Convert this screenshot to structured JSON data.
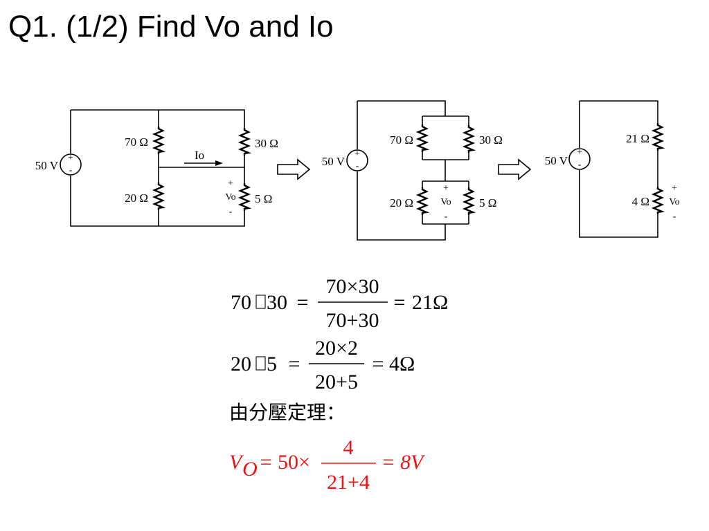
{
  "title": "Q1. (1/2) Find Vo and Io",
  "colors": {
    "answer": "#ee1111",
    "text": "#000000"
  },
  "circuits": {
    "c1": {
      "source": "50 V",
      "r1": "70 Ω",
      "r2": "30 Ω",
      "r3": "20 Ω",
      "r4": "5 Ω",
      "current": "Io",
      "vout": "Vo"
    },
    "c2": {
      "source": "50 V",
      "r1": "70 Ω",
      "r2": "30 Ω",
      "r3": "20 Ω",
      "r4": "5 Ω",
      "vout": "Vo"
    },
    "c3": {
      "source": "50 V",
      "r1": "21 Ω",
      "r2": "4 Ω",
      "vout": "Vo"
    },
    "plus": "+",
    "minus": "-"
  },
  "equations": {
    "eq1": {
      "lhs": "70",
      "op_glyph": "",
      "lhs2": "30",
      "num": "70×30",
      "den": "70+30",
      "result": "21Ω"
    },
    "eq2": {
      "lhs": "20",
      "op_glyph": "",
      "lhs2": "5",
      "num": "20×2",
      "den": "20+5",
      "result": "4Ω"
    },
    "theorem": "由分壓定理：",
    "eq3": {
      "var": "V",
      "sub": "O",
      "pre": "50×",
      "num": "4",
      "den": "21+4",
      "result": "8V"
    }
  }
}
